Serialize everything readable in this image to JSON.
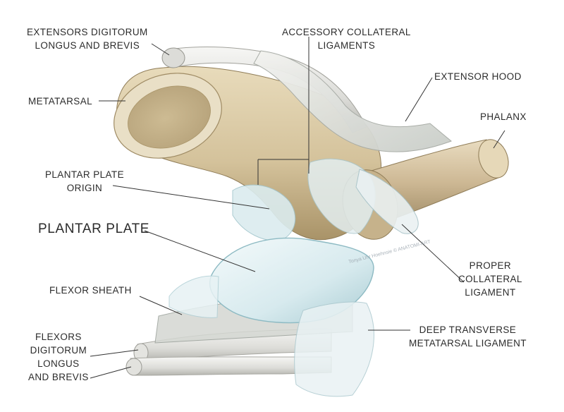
{
  "labels": {
    "extensors": [
      "EXTENSORS DIGITORUM",
      "LONGUS AND BREVIS"
    ],
    "accessory": [
      "ACCESSORY COLLATERAL",
      "LIGAMENTS"
    ],
    "extensor_hood": "EXTENSOR HOOD",
    "metatarsal": "METATARSAL",
    "phalanx": "PHALANX",
    "plantar_origin": [
      "PLANTAR PLATE",
      "ORIGIN"
    ],
    "plantar_plate": "PLANTAR PLATE",
    "proper": [
      "PROPER",
      "COLLATERAL",
      "LIGAMENT"
    ],
    "flexor_sheath": "FLEXOR SHEATH",
    "deep_transverse": [
      "DEEP TRANSVERSE",
      "METATARSAL LIGAMENT"
    ],
    "flexors": [
      "FLEXORS",
      "DIGITORUM",
      "LONGUS",
      "AND BREVIS"
    ]
  },
  "credit": "Tonya Uhr Hoehnsie © ANATOMI-ART",
  "colors": {
    "bone": "#d8c7a1",
    "bone_shadow": "#a8946c",
    "marrow": "#c4b188",
    "ligament": "#dfeef2",
    "ligament_shadow": "#9fc4cc",
    "tendon": "#e6e6e2",
    "leader": "#333333"
  }
}
